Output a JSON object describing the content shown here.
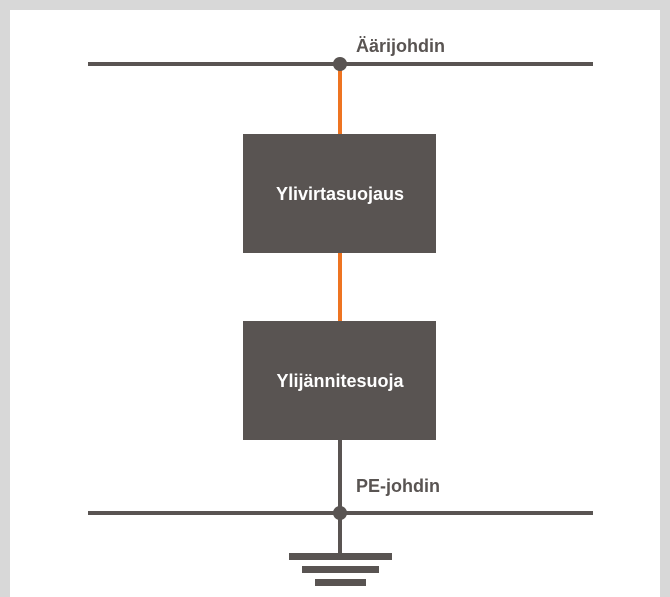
{
  "labels": {
    "phase_conductor": "Äärijohdin",
    "pe_conductor": "PE-johdin"
  },
  "boxes": {
    "overcurrent": "Ylivirtasuojaus",
    "overvoltage": "Ylijännitesuoja"
  },
  "colors": {
    "frame": "#d8d8d8",
    "wire": "#595452",
    "live_wire": "#ee7421",
    "box_fill": "#595452",
    "box_text": "#ffffff",
    "label_text": "#595452"
  }
}
